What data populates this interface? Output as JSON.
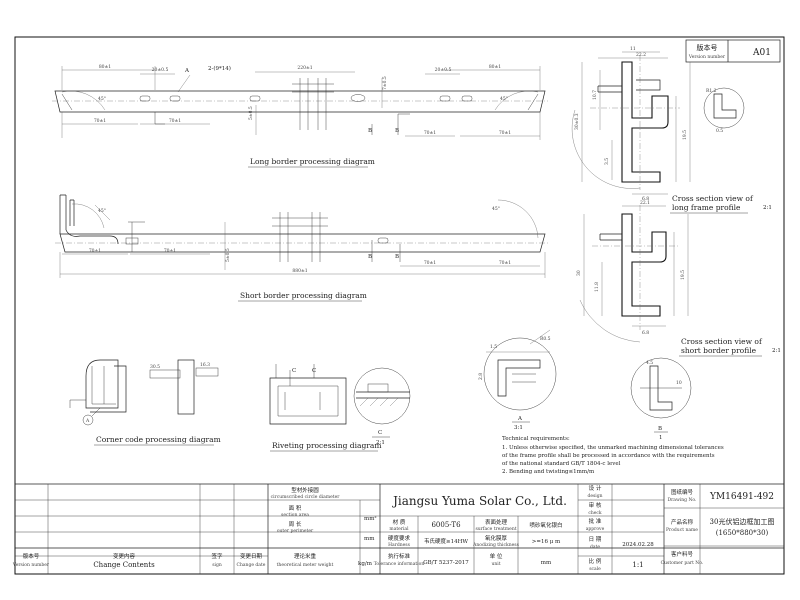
{
  "version_box": {
    "label_cn": "版本号",
    "label_en": "Version number",
    "value": "A01"
  },
  "diagrams": {
    "long_border": {
      "caption": "Long border processing diagram",
      "dims": [
        "80±1",
        "20±0.5",
        "2-(9*14)",
        "A",
        "220±1",
        "20±0.5",
        "80±1",
        "70±1",
        "70±1",
        "70±1",
        "70±1",
        "B",
        "B",
        "1.5±0.5"
      ]
    },
    "short_border": {
      "caption": "Short border processing diagram",
      "dims": [
        "70±1",
        "70±1",
        "B",
        "B",
        "70±1",
        "70±1",
        "880±1"
      ]
    },
    "corner_code": {
      "caption": "Corner code processing diagram",
      "callout": "A"
    },
    "riveting": {
      "caption": "Riveting processing diagram",
      "labels": [
        "C",
        "C"
      ],
      "view_label": "C",
      "view_scale": "2:1"
    },
    "detail_a": {
      "label": "A",
      "scale": "3:1"
    },
    "cross_long": {
      "caption_line1": "Cross section view of",
      "caption_line2": "long frame profile",
      "scale": "2:1"
    },
    "cross_short": {
      "caption_line1": "Cross section view of",
      "caption_line2": "short border profile",
      "scale": "2:1"
    },
    "detail_b": {
      "label": "B",
      "scale": "1"
    }
  },
  "technical_requirements": {
    "heading": "Technical requirements:",
    "items": [
      "1. Unless otherwise specified, the unmarked machining dimensional tolerances",
      "of the frame profile shall be processed in accordance with the requirements",
      "of the national standard GB/T 1804-c level",
      "2. Bending and twisting≤1mm/m"
    ]
  },
  "title_block": {
    "circle_diameter": {
      "cn": "型材外接圆",
      "en": "circumscribed circle diameter"
    },
    "section_area": {
      "cn": "面 积",
      "en": "section area",
      "unit": "mm²"
    },
    "perimeter": {
      "cn": "周 长",
      "en": "outer perimeter",
      "unit": "mm"
    },
    "theoretical_weight": {
      "cn": "理论米重",
      "en": "theoretical meter weight",
      "unit": "kg/m"
    },
    "company": "Jiangsu Yuma Solar Co., Ltd.",
    "material": {
      "cn": "材 质",
      "en": "material",
      "value": "6005-T6"
    },
    "hardness": {
      "cn": "硬度要求",
      "en": "Hardness",
      "value": "韦氏硬度≥14HW"
    },
    "execution_standard": {
      "cn": "执行标准",
      "en": "Tolerance information",
      "value": "GB/T 5237-2017"
    },
    "surface_treatment": {
      "cn": "表面处理",
      "en": "surface treatment",
      "value": "喷砂氧化银白"
    },
    "film_thickness": {
      "cn": "氧化膜厚",
      "en": "Anodizing thickness",
      "value": ">=16 μ m"
    },
    "unit": {
      "cn": "单 位",
      "en": "unit",
      "value": "mm"
    },
    "design": {
      "cn": "设 计",
      "en": "design"
    },
    "check": {
      "cn": "审 核",
      "en": "check"
    },
    "approve": {
      "cn": "批 准",
      "en": "approve"
    },
    "date": {
      "cn": "日 期",
      "en": "date",
      "value": "2024.02.28"
    },
    "scale": {
      "cn": "比 例",
      "en": "scale",
      "value": "1:1"
    },
    "drawing_no": {
      "cn": "图纸编号",
      "en": "Drawing No.",
      "value": "YM16491-492"
    },
    "product_name": {
      "cn": "产品名称",
      "en": "Product name",
      "value_line1": "30光伏铝边框加工图",
      "value_line2": "(1650*880*30)"
    },
    "customer_part_no": {
      "cn": "客户料号",
      "en": "Customer part No."
    },
    "version_col": {
      "cn": "版本号",
      "en": "Version number"
    },
    "change_content": {
      "cn": "变更内容",
      "en": "Change Contents"
    },
    "sign": {
      "cn": "签字",
      "en": "sign"
    },
    "change_date": {
      "cn": "变更日期",
      "en": "Change date"
    }
  }
}
